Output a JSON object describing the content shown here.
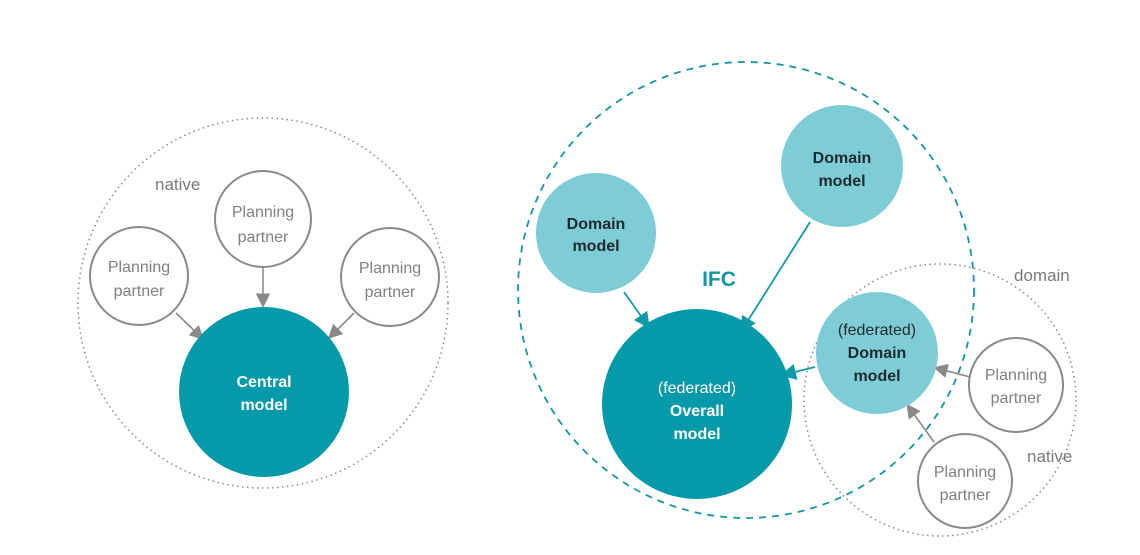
{
  "colors": {
    "dark_teal": "#059aa9",
    "light_teal": "#7ecdd6",
    "gray_stroke": "#8a8a8a",
    "gray_text": "#808080",
    "ifc_teal": "#1496a6"
  },
  "left_diagram": {
    "boundary_label": "native",
    "partner_left": [
      "Planning",
      "partner"
    ],
    "partner_top": [
      "Planning",
      "partner"
    ],
    "partner_right": [
      "Planning",
      "partner"
    ],
    "central_model": [
      "Central",
      "model"
    ]
  },
  "right_diagram": {
    "ifc_label": "IFC",
    "domain_model_left": [
      "Domain",
      "model"
    ],
    "domain_model_top": [
      "Domain",
      "model"
    ],
    "overall_model": [
      "(federated)",
      "Overall",
      "model"
    ],
    "federated_domain_model": [
      "(federated)",
      "Domain",
      "model"
    ],
    "sub_boundary_label_domain": "domain",
    "sub_boundary_label_native": "native",
    "partner_right": [
      "Planning",
      "partner"
    ],
    "partner_bottom": [
      "Planning",
      "partner"
    ]
  }
}
